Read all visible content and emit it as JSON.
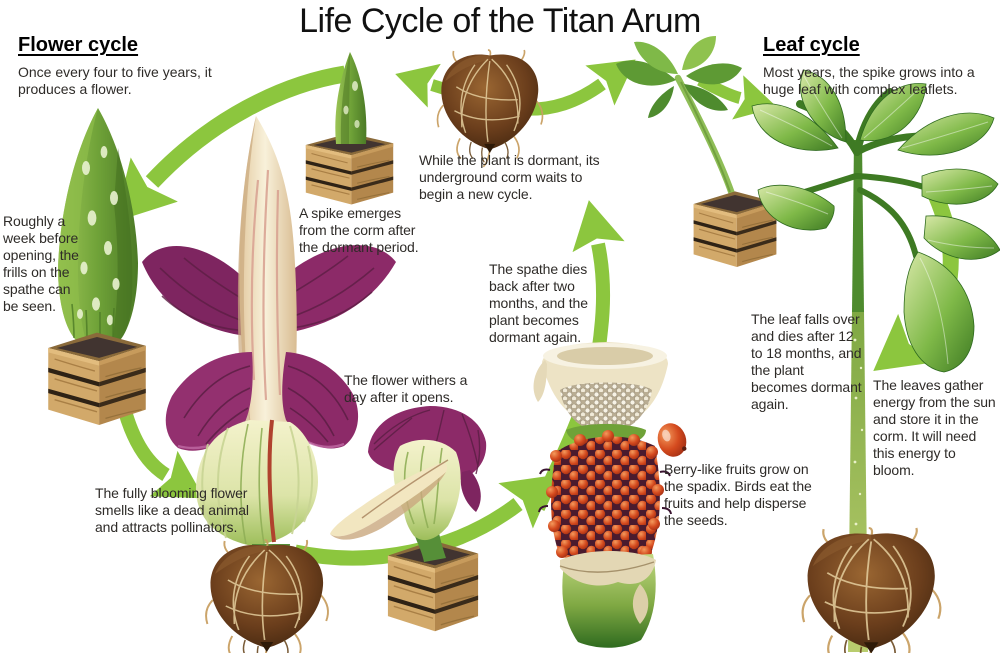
{
  "title": "Life Cycle of the Titan Arum",
  "flower_cycle": {
    "heading": "Flower cycle",
    "description": "Once every four to five years, it produces a flower."
  },
  "leaf_cycle": {
    "heading": "Leaf cycle",
    "description": "Most years, the spike grows into a huge leaf with complex leaflets."
  },
  "annotations": {
    "spathe_frills": "Roughly a week before opening, the frills on the spathe can be seen.",
    "spike_emerges": "A spike emerges from the corm after the dormant period.",
    "dormant_corm": "While the plant is dormant, its underground corm waits to begin a new cycle.",
    "spathe_dies_back": "The spathe dies back after two months, and the plant becomes dormant again.",
    "flower_withers": "The flower withers a day after it opens.",
    "leaf_falls": "The leaf falls over and dies after 12 to 18 months, and the plant becomes dormant again.",
    "leaves_gather": "The leaves gather energy from the sun and store it in the corm. It will need this energy to bloom.",
    "fully_blooming": "The fully blooming flower smells like a dead animal and attracts pollinators.",
    "berry_fruits": "Berry-like fruits grow on the spadix. Birds eat the fruits and help disperse the seeds."
  },
  "colors": {
    "arrow_green": "#8CC63E",
    "spathe_purple": "#8C2A68",
    "berry_red": "#C8401F",
    "corm_brown": "#6B3E1C",
    "crate_tan": "#D2A96A",
    "text": "#2E2B28"
  }
}
